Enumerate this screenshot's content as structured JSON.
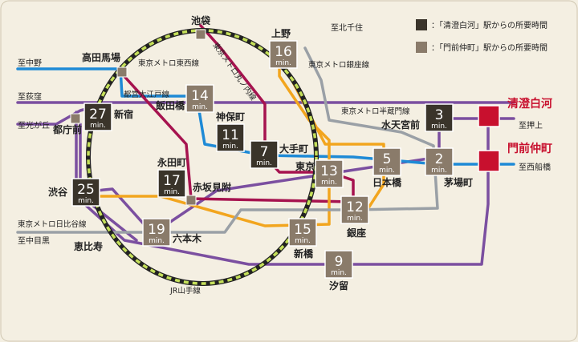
{
  "legend": {
    "kiyosumi": "：「清澄白河」駅からの所要時間",
    "monzen": "：「門前仲町」駅からの所要時間"
  },
  "colors": {
    "yamanote": "#8ab840",
    "hanzomon": "#7b4fa0",
    "oedo": "#a6134f",
    "tozai": "#1e8ad6",
    "ginza": "#f2a51e",
    "hibiya": "#9aa0a6",
    "marunouchi": "#e0292d",
    "box_dark": "#3a342a",
    "box_light": "#8a7b6a",
    "home": "#c8102e"
  },
  "home_stations": {
    "kiyosumi": "清澄白河",
    "monzen": "門前仲町"
  },
  "min_label": "min.",
  "times": {
    "ikebukuro": "",
    "ueno": "16",
    "iidabashi": "14",
    "jimbocho": "11",
    "otemachi": "7",
    "suitengumae": "3",
    "shinjuku": "27",
    "nagatacho": "17",
    "nihombashi": "5",
    "kayabacho": "2",
    "tokyo": "13",
    "ginza": "12",
    "shibuya": "25",
    "roppongi": "19",
    "shimbashi": "15",
    "shiodome": "9"
  },
  "stations": {
    "ikebukuro": "池袋",
    "ueno": "上野",
    "takadanobaba": "高田馬場",
    "iidabashi": "飯田橋",
    "jimbocho": "神保町",
    "otemachi": "大手町",
    "suitengumae": "水天宮前",
    "shinjuku": "新宿",
    "tochomae": "都庁前",
    "nagatacho": "永田町",
    "akasakamitsuke": "赤坂見附",
    "tokyo": "東京",
    "nihombashi": "日本橋",
    "kayabacho": "茅場町",
    "ginza": "銀座",
    "shibuya": "渋谷",
    "roppongi": "六本木",
    "shimbashi": "新橋",
    "ebisu": "恵比寿",
    "shiodome": "汐留"
  },
  "lines": {
    "tozai": "東京メトロ東西線",
    "marunouchi": "東京メトロ丸ノ内線",
    "ginza": "東京メトロ銀座線",
    "oedo": "都営大江戸線",
    "hanzomon": "東京メトロ半蔵門線",
    "hibiya": "東京メトロ日比谷線",
    "yamanote": "JR山手線"
  },
  "directions": {
    "kitasenju": "至北千住",
    "nakano": "至中野",
    "ogikubo": "至荻窪",
    "hikarigaoka": "至光が丘",
    "oshiage": "至押上",
    "nishifunabashi": "至西船橋",
    "nakameguro": "至中目黒"
  }
}
